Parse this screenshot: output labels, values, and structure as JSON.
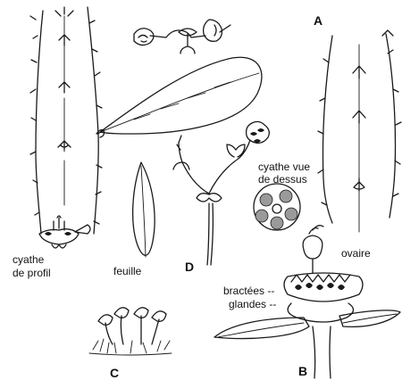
{
  "figure": {
    "letters": {
      "a": "A",
      "b": "B",
      "c": "C",
      "d": "D"
    },
    "labels": {
      "cyathe_profil_1": "cyathe",
      "cyathe_profil_2": "de profil",
      "feuille": "feuille",
      "cyathe_dessus_1": "cyathe vue",
      "cyathe_dessus_2": "de dessus",
      "ovaire": "ovaire",
      "bractees": "bractées --",
      "glandes": "glandes --"
    }
  }
}
